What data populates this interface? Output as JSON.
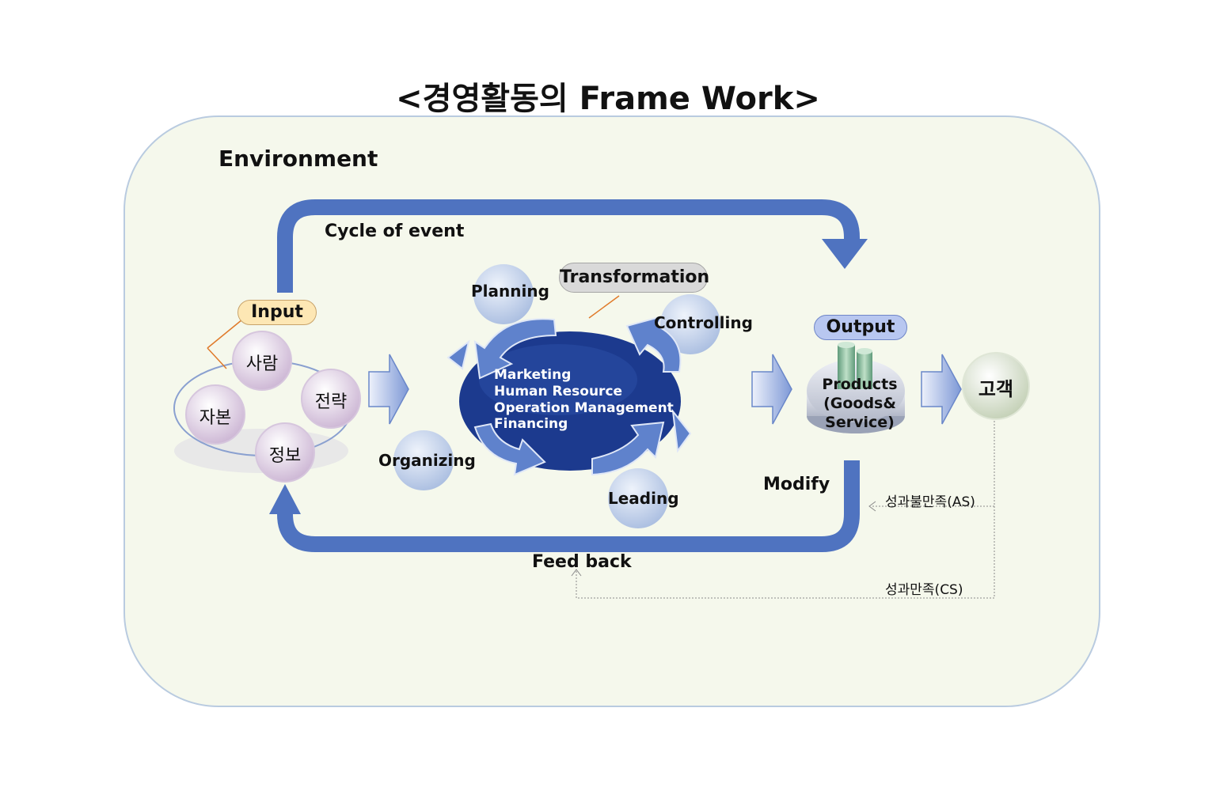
{
  "title": "<경영활동의 Frame Work>",
  "environment_label": "Environment",
  "cycle_label": "Cycle of event",
  "input_label": "Input",
  "inputs": [
    "사람",
    "전략",
    "정보",
    "자본"
  ],
  "transformation_label": "Transformation",
  "functions": [
    "Planning",
    "Controlling",
    "Organizing",
    "Leading"
  ],
  "core_items": [
    "Marketing",
    "Human Resource",
    "Operation Management",
    "Financing"
  ],
  "output_label": "Output",
  "products_label": [
    "Products",
    "(Goods&",
    "Service)"
  ],
  "customer_label": "고객",
  "modify_label": "Modify",
  "feedback_label": "Feed back",
  "as_label": "성과불만족(AS)",
  "cs_label": "성과만족(CS)",
  "colors": {
    "arrow_blue": "#4f73c0",
    "environment_bg": "#f5f8ec",
    "core_blue": "#1c3a8e",
    "input_circle": "#e6d9ea",
    "output_pill": "#b8c7f0",
    "transformation_pill": "#d9d9d9",
    "input_pill": "#fde7b4"
  }
}
